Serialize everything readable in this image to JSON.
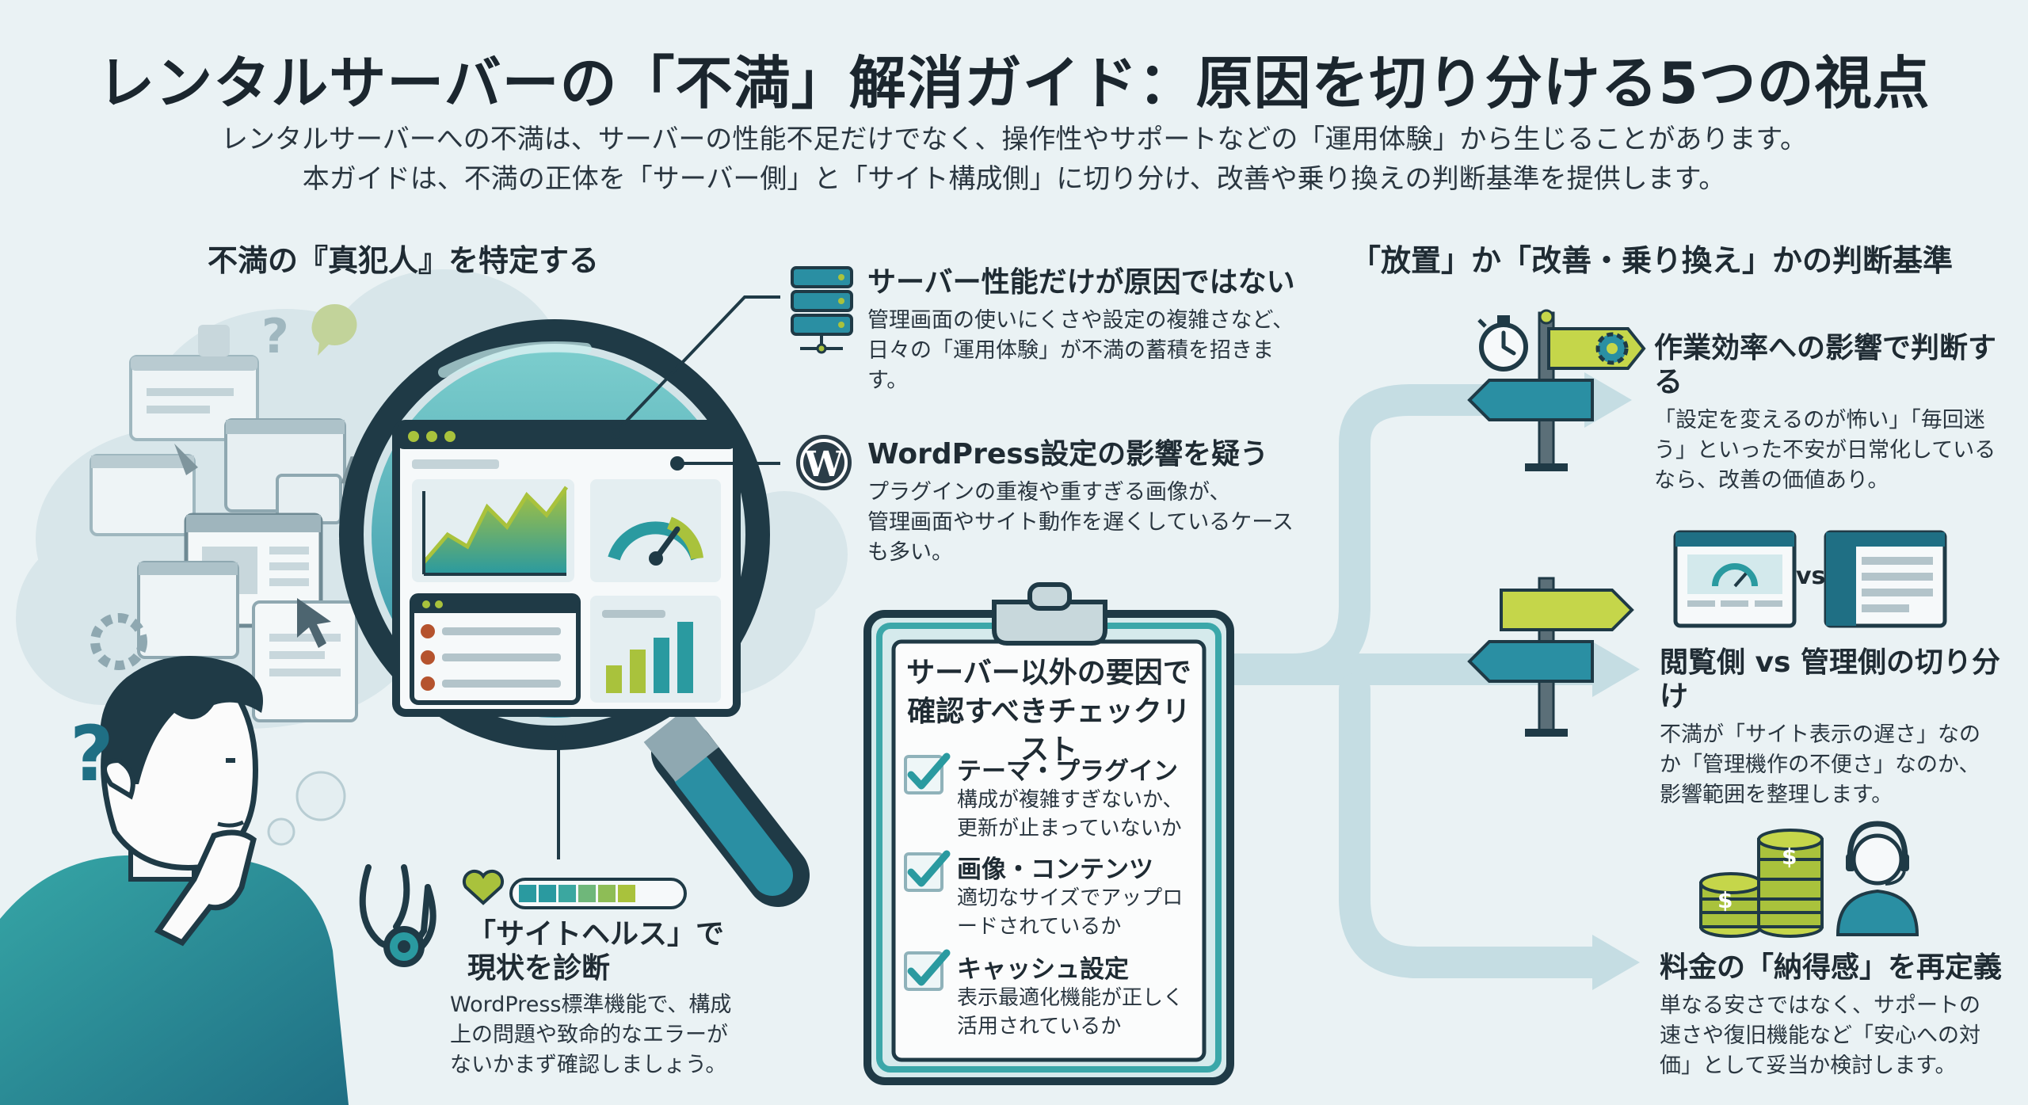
{
  "header": {
    "title": "レンタルサーバーの「不満」解消ガイド：原因を切り分ける5つの視点",
    "subtitle_line1": "レンタルサーバーへの不満は、サーバーの性能不足だけでなく、操作性やサポートなどの「運用体験」から生じることがあります。",
    "subtitle_line2": "本ガイドは、不満の正体を「サーバー側」と「サイト構成側」に切り分け、改善や乗り換えの判断基準を提供します。"
  },
  "left": {
    "section_title": "不満の『真犯人』を特定する",
    "health": {
      "title_line1": "「サイトヘルス」で",
      "title_line2": "現状を診断",
      "body_line1": "WordPress標準機能で、構成",
      "body_line2": "上の問題や致命的なエラーが",
      "body_line3": "ないかまず確認しましょう。"
    },
    "illustration_icons": [
      "question-mark-icon",
      "magnifier-icon",
      "stethoscope-icon",
      "heart-icon",
      "alert-icon",
      "gauge-icon",
      "bar-chart-icon"
    ]
  },
  "center": {
    "item1": {
      "icon": "server-stack-icon",
      "title": "サーバー性能だけが原因ではない",
      "body_line1": "管理画面の使いにくさや設定の複雑さなど、",
      "body_line2": "日々の「運用体験」が不満の蓄積を招きます。"
    },
    "item2": {
      "icon": "wordpress-icon",
      "title": "WordPress設定の影響を疑う",
      "body_line1": "プラグインの重複や重すぎる画像が、",
      "body_line2": "管理画面やサイト動作を遅くしているケース",
      "body_line3": "も多い。"
    },
    "checklist": {
      "title_line1": "サーバー以外の要因で",
      "title_line2": "確認すべきチェックリスト",
      "items": [
        {
          "head": "テーマ・プラグイン",
          "body1": "構成が複雑すぎないか、",
          "body2": "更新が止まっていないか"
        },
        {
          "head": "画像・コンテンツ",
          "body1": "適切なサイズでアップロ",
          "body2": "ードされているか"
        },
        {
          "head": "キャッシュ設定",
          "body1": "表示最適化機能が正しく",
          "body2": "活用されているか"
        }
      ]
    }
  },
  "right": {
    "section_title": "「放置」か「改善・乗り換え」かの判断基準",
    "item1": {
      "icon": "stopwatch-signpost-icon",
      "title": "作業効率への影響で判断する",
      "body_line1": "「設定を変えるのが怖い」「毎回迷",
      "body_line2": "う」といった不安が日常化している",
      "body_line3": "なら、改善の価値あり。"
    },
    "item2": {
      "icon": "compare-screens-icon",
      "vs_label": "vs",
      "title": "閲覧側 vs 管理側の切り分け",
      "body_line1": "不満が「サイト表示の遅さ」なの",
      "body_line2": "か「管理機作の不便さ」なのか、",
      "body_line3": "影響範囲を整理します。"
    },
    "item3": {
      "icon": "coins-support-icon",
      "coin_symbol": "$",
      "title": "料金の「納得感」を再定義",
      "body_line1": "単なる安さではなく、サポートの",
      "body_line2": "速さや復旧機能など「安心への対",
      "body_line3": "価」として妥当か検討します。"
    }
  },
  "colors": {
    "dark": "#1f3a46",
    "teal": "#2a9aa0",
    "teal_dark": "#1f6f84",
    "lime": "#a9c23c",
    "light_teal": "#bfe0e4",
    "arrow": "#c5dde3",
    "background": "#eaf2f4"
  }
}
